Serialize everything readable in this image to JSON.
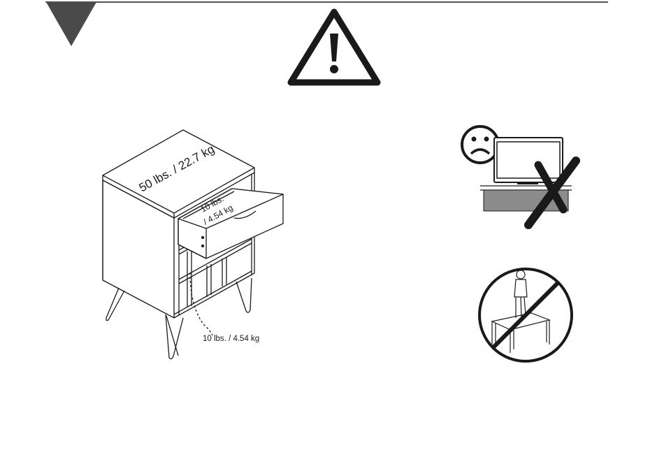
{
  "cabinet": {
    "top_load": "50 lbs. / 22.7 kg",
    "drawer_load_line1": "10 lbs.",
    "drawer_load_line2": "/ 4.54 kg",
    "rack_load": "10 lbs. / 4.54 kg"
  },
  "icons": {
    "corner_marker": "corner-triangle-marker",
    "warning": "warning-triangle-icon",
    "no_tv": "no-tv-on-furniture-icon",
    "no_standing": "no-standing-on-furniture-icon"
  },
  "colors": {
    "ink": "#1a1a1a",
    "marker": "#4a4a4a",
    "rule": "#555555",
    "shelf_fill": "#8c8c8c"
  }
}
